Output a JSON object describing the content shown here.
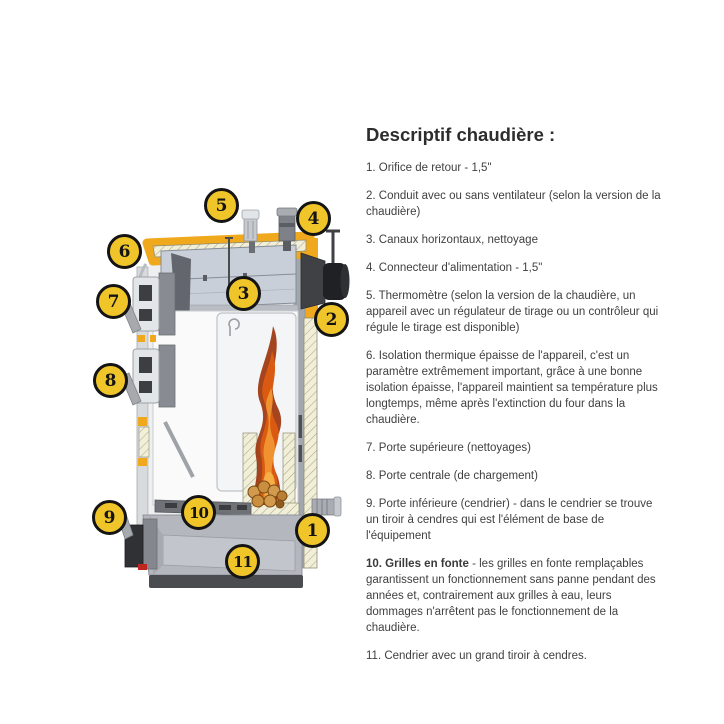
{
  "title": "Descriptif chaudière :",
  "items": [
    {
      "bold": "",
      "text": "1. Orifice de retour - 1,5\""
    },
    {
      "bold": "",
      "text": "2. Conduit avec ou sans ventilateur (selon la version de la chaudière)"
    },
    {
      "bold": "",
      "text": "3. Canaux horizontaux, nettoyage"
    },
    {
      "bold": "",
      "text": "4. Connecteur d'alimentation - 1,5\""
    },
    {
      "bold": "",
      "text": "5. Thermomètre (selon la version de la chaudière, un appareil avec un régulateur de tirage ou un contrôleur qui régule le tirage est disponible)"
    },
    {
      "bold": "",
      "text": "6. Isolation thermique épaisse de l'appareil, c'est un paramètre extrêmement important, grâce à une bonne isolation épaisse, l'appareil maintient sa température plus longtemps, même après l'extinction du four dans la chaudière."
    },
    {
      "bold": "",
      "text": "7. Porte supérieure (nettoyages)"
    },
    {
      "bold": "",
      "text": "8. Porte centrale (de chargement)"
    },
    {
      "bold": "",
      "text": "9. Porte inférieure (cendrier) - dans le cendrier se trouve un tiroir à cendres qui est l'élément de base de l'équipement"
    },
    {
      "bold": "10. Grilles en fonte",
      "text": " - les grilles en fonte remplaçables garantissent un fonctionnement sans panne pendant des années et, contrairement aux grilles à eau, leurs dommages n'arrêtent pas le fonctionnement de la chaudière."
    },
    {
      "bold": "",
      "text": "11. Cendrier avec un grand tiroir à cendres."
    }
  ],
  "callouts": [
    "1",
    "2",
    "3",
    "4",
    "5",
    "6",
    "7",
    "8",
    "9",
    "10",
    "11"
  ],
  "colors": {
    "callout_fill": "#F0C52A",
    "callout_border": "#141414",
    "insulation_yellow": "#F0A81C",
    "insulation_hatch_cream": "#F2EFD9",
    "flame_orange": "#D95A10",
    "metal_gray": "#B4B7BD",
    "title_color": "#2D2D2D",
    "body_text_color": "#3F3F3F",
    "background": "#FFFFFF"
  }
}
